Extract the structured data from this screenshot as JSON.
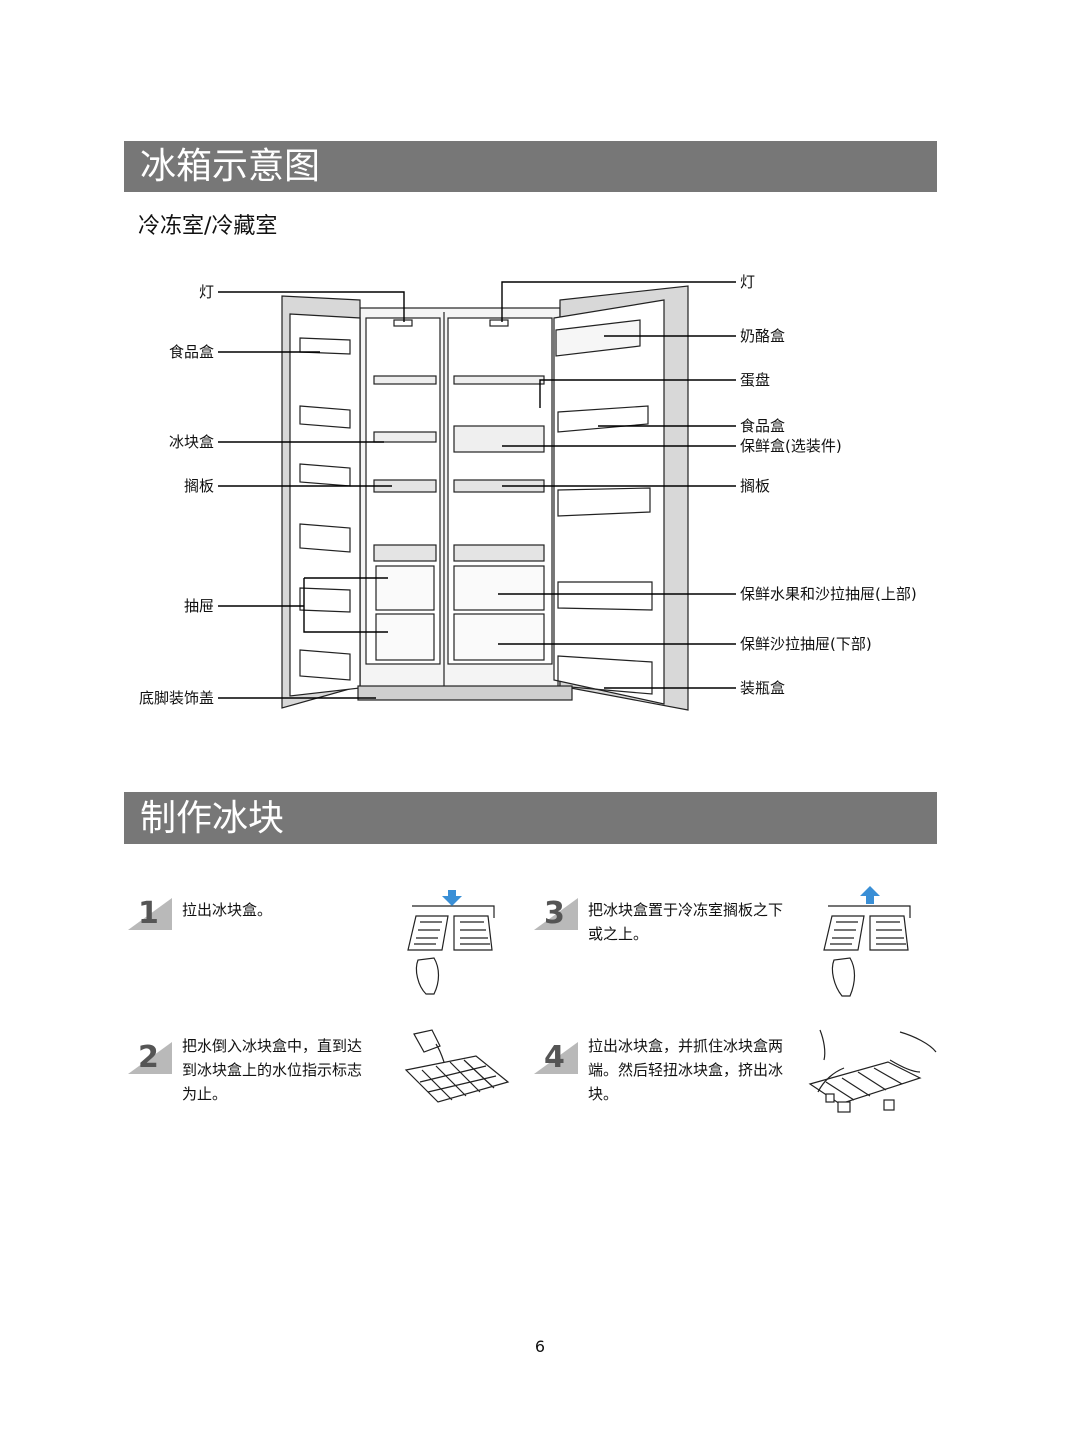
{
  "section1": {
    "title": "冰箱示意图",
    "subtitle": "冷冻室/冷藏室"
  },
  "labels_left": {
    "light": "灯",
    "food_box": "食品盒",
    "ice_box": "冰块盒",
    "shelf": "搁板",
    "drawer": "抽屉",
    "base_cover": "底脚装饰盖"
  },
  "labels_right": {
    "light": "灯",
    "cheese_box": "奶酪盒",
    "egg_tray": "蛋盘",
    "food_box": "食品盒",
    "fresh_box": "保鲜盒(选装件)",
    "shelf": "搁板",
    "veg_drawer_upper": "保鲜水果和沙拉抽屉(上部)",
    "veg_drawer_lower": "保鲜沙拉抽屉(下部)",
    "bottle_box": "装瓶盒"
  },
  "section2": {
    "title": "制作冰块"
  },
  "steps": [
    {
      "num": "1",
      "text": "拉出冰块盒。"
    },
    {
      "num": "2",
      "text": "把水倒入冰块盒中，直到达到冰块盒上的水位指示标志为止。"
    },
    {
      "num": "3",
      "text": "把冰块盒置于冷冻室搁板之下或之上。"
    },
    {
      "num": "4",
      "text": "拉出冰块盒，并抓住冰块盒两端。然后轻扭冰块盒，挤出冰块。"
    }
  ],
  "page_number": "6",
  "colors": {
    "banner": "#777777",
    "arrow_down": "#3a8fd6",
    "arrow_up": "#3a8fd6"
  }
}
